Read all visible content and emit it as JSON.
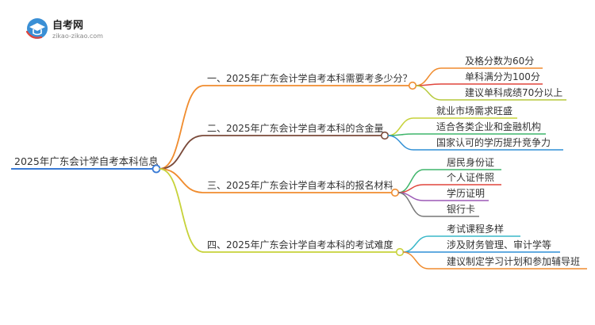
{
  "logo": {
    "name": "自考网",
    "url": "zikao-zikao.com"
  },
  "root": {
    "label": "2025年广东会计学自考本科信息",
    "color": "#3a7bd5"
  },
  "branches": [
    {
      "label": "一、2025年广东会计学自考本科需要考多少分？",
      "color": "#f08c2e",
      "children": [
        {
          "label": "及格分数为60分",
          "color": "#f08c2e"
        },
        {
          "label": "单科满分为100分",
          "color": "#e0453c"
        },
        {
          "label": "建议单科成绩70分以上",
          "color": "#b6c93a"
        }
      ]
    },
    {
      "label": "二、2025年广东会计学自考本科的含金量",
      "color": "#7a4a3a",
      "children": [
        {
          "label": "就业市场需求旺盛",
          "color": "#c7d23a"
        },
        {
          "label": "适合各类企业和金融机构",
          "color": "#3fb56b"
        },
        {
          "label": "国家认可的学历提升竞争力",
          "color": "#2f8fd5"
        }
      ]
    },
    {
      "label": "三、2025年广东会计学自考本科的报名材料",
      "color": "#f08c2e",
      "children": [
        {
          "label": "居民身份证",
          "color": "#3fb56b"
        },
        {
          "label": "个人证件照",
          "color": "#e0453c"
        },
        {
          "label": "学历证明",
          "color": "#9b59b6"
        },
        {
          "label": "银行卡",
          "color": "#777777"
        }
      ]
    },
    {
      "label": "四、2025年广东会计学自考本科的考试难度",
      "color": "#c7d23a",
      "children": [
        {
          "label": "考试课程多样",
          "color": "#3ab8c9"
        },
        {
          "label": "涉及财务管理、审计学等",
          "color": "#2f8fd5"
        },
        {
          "label": "建议制定学习计划和参加辅导班",
          "color": "#f08c2e"
        }
      ]
    }
  ]
}
